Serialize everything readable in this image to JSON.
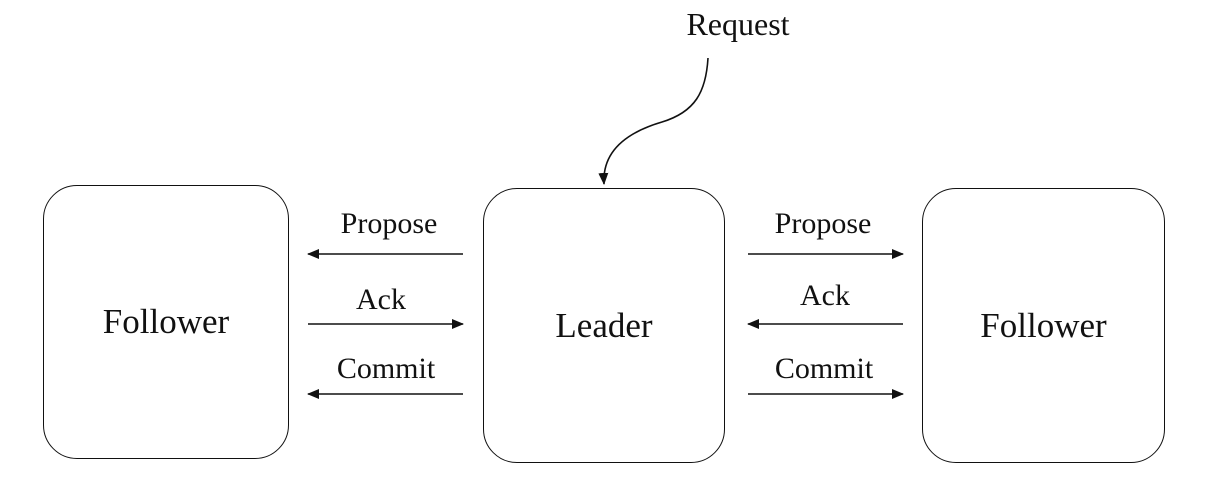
{
  "request_label": "Request",
  "nodes": {
    "left": "Follower",
    "center": "Leader",
    "right": "Follower"
  },
  "left_messages": [
    "Propose",
    "Ack",
    "Commit"
  ],
  "right_messages": [
    "Propose",
    "Ack",
    "Commit"
  ]
}
